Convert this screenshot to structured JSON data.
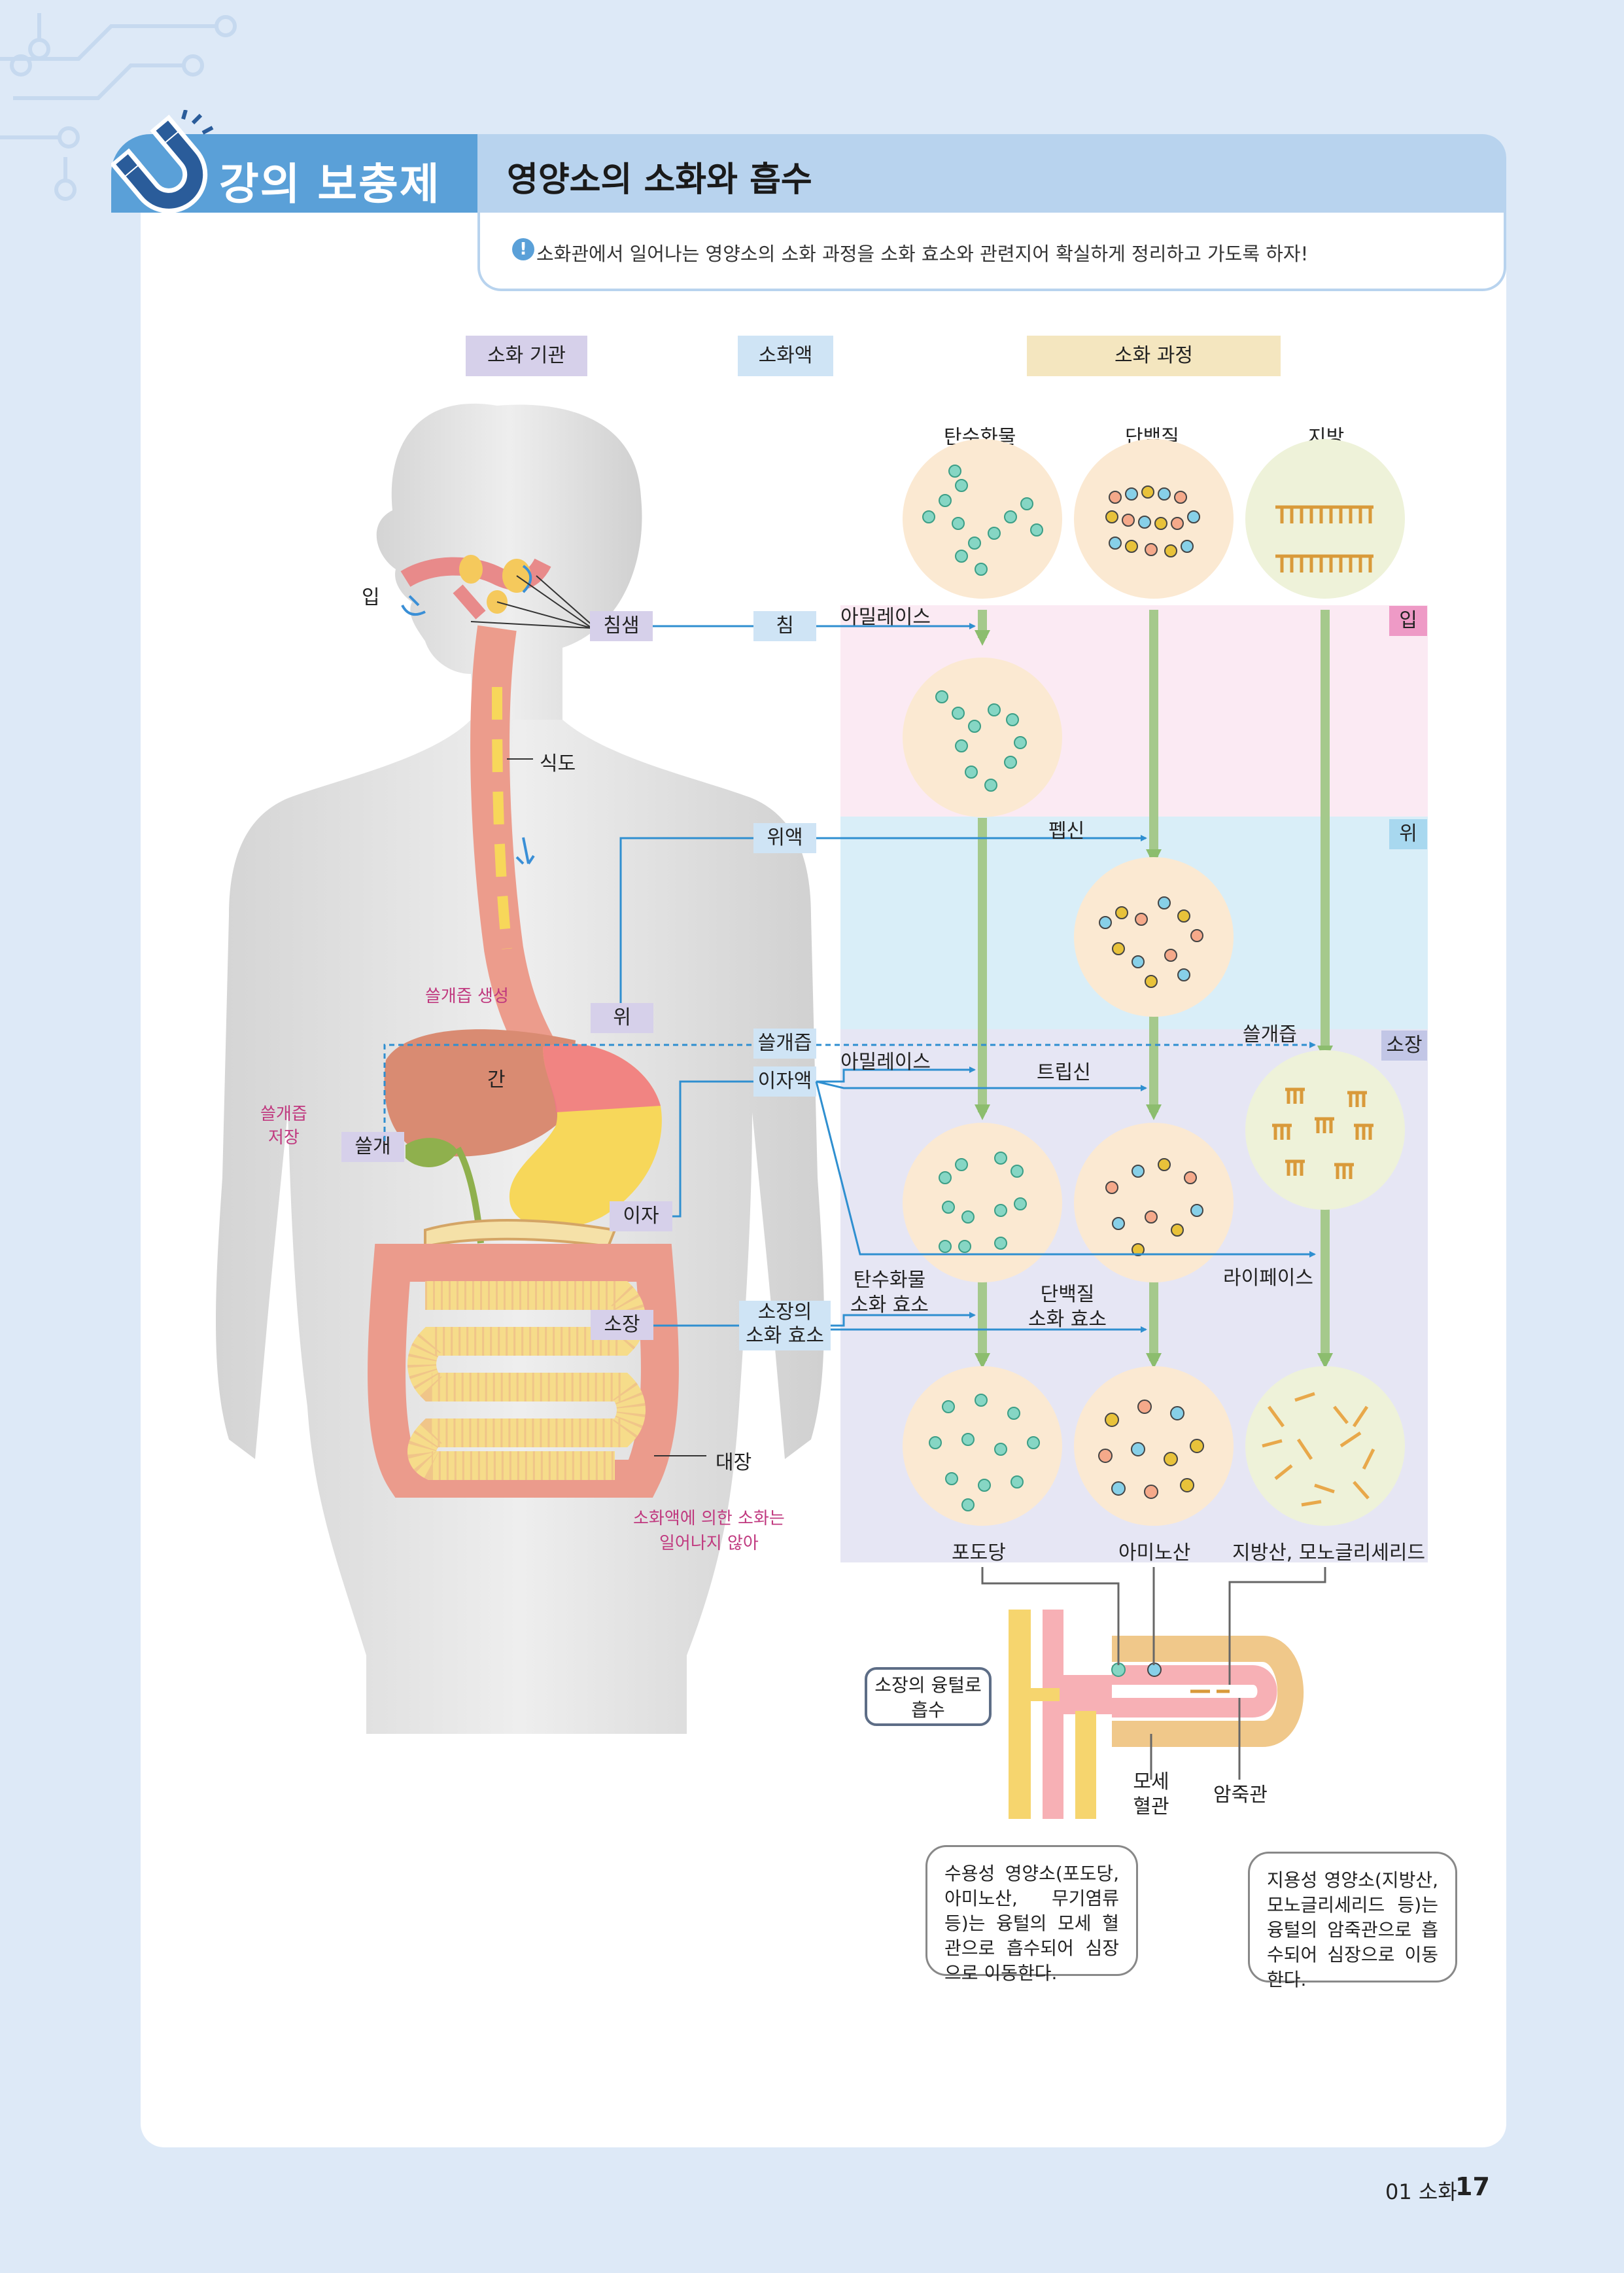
{
  "header": {
    "logo_label": "강의 보충제",
    "title": "영양소의 소화와 흡수",
    "note": "소화관에서 일어나는 영양소의 소화 과정을 소화 효소와 관련지어 확실하게 정리하고 가도록 하자!",
    "note_icon": "!"
  },
  "columns": {
    "organ": "소화 기관",
    "fluid": "소화액",
    "process": "소화 과정"
  },
  "nutrients": {
    "carb": "탄수화물",
    "protein": "단백질",
    "fat": "지방"
  },
  "stages": {
    "mouth": "입",
    "stomach": "위",
    "small_intestine": "소장"
  },
  "organs": {
    "mouth": "입",
    "salivary": "침샘",
    "esophagus": "식도",
    "stomach": "위",
    "liver": "간",
    "gallbladder": "쓸개",
    "pancreas": "이자",
    "small_intestine": "소장",
    "large_intestine": "대장"
  },
  "notes": {
    "bile_production": "쓸개즙 생성",
    "bile_storage": "쓸개즙\n저장",
    "large_intestine_note": "소화액에 의한 소화는\n일어나지 않아"
  },
  "fluids": {
    "saliva": "침",
    "gastric": "위액",
    "bile": "쓸개즙",
    "pancreatic": "이자액",
    "intestinal": "소장의\n소화 효소"
  },
  "enzymes": {
    "amylase_mouth": "아밀레이스",
    "pepsin": "펩신",
    "bile_fat": "쓸개즙",
    "amylase_pancreas": "아밀레이스",
    "trypsin": "트립신",
    "lipase": "라이페이스",
    "carb_enzyme": "탄수화물\n소화 효소",
    "protein_enzyme": "단백질\n소화 효소"
  },
  "products": {
    "glucose": "포도당",
    "amino_acid": "아미노산",
    "fatty_acid": "지방산, 모노글리세리드"
  },
  "absorption": {
    "villi_label": "소장의 융털로\n흡수",
    "capillary": "모세\n혈관",
    "lacteal": "암죽관",
    "water_soluble": "수용성 영양소(포도당, 아미노산, 무기염류 등)는 융털의 모세 혈관으로 흡수되어 심장으로 이동한다.",
    "fat_soluble": "지용성 영양소(지방산, 모노글리세리드 등)는 융털의 암죽관으로 흡수되어 심장으로 이동한다."
  },
  "footer": {
    "section": "01 소화",
    "page": "17"
  },
  "colors": {
    "accent_blue": "#5aa0d8",
    "arrow_blue": "#2f8fd0",
    "arrow_green": "#a5c98c",
    "mouth_band": "#fbeaf3",
    "stomach_band": "#d9eef8",
    "intestine_band": "#e6e6f4",
    "organ_tag": "#d6d0ea",
    "fluid_tag": "#cfe4f5",
    "process_tag": "#f4e6bf"
  }
}
